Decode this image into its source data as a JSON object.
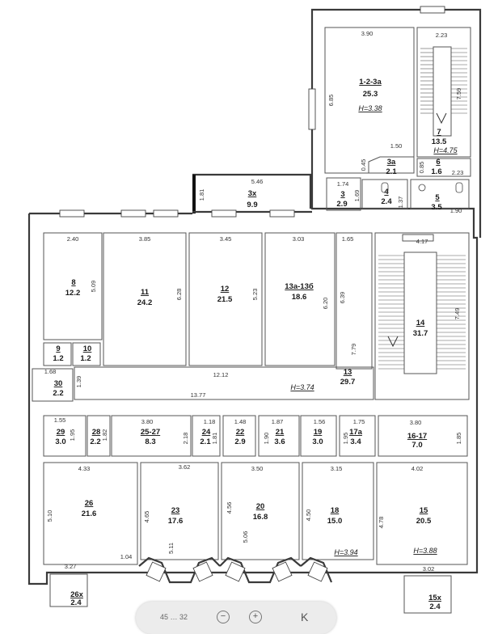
{
  "plan": {
    "rooms": [
      {
        "id": "r1",
        "num": "1-2-3a",
        "area": "25.3",
        "height": "H=3.38"
      },
      {
        "id": "r7",
        "num": "7",
        "area": "13.5",
        "height": "H=4.75"
      },
      {
        "id": "r3a",
        "num": "3a",
        "area": "2.1"
      },
      {
        "id": "r6",
        "num": "6",
        "area": "1.6"
      },
      {
        "id": "r3x",
        "num": "3x",
        "area": "9.9"
      },
      {
        "id": "r3",
        "num": "3",
        "area": "2.9"
      },
      {
        "id": "r4",
        "num": "4",
        "area": "2.4"
      },
      {
        "id": "r5",
        "num": "5",
        "area": "3.5"
      },
      {
        "id": "r8",
        "num": "8",
        "area": "12.2"
      },
      {
        "id": "r11",
        "num": "11",
        "area": "24.2"
      },
      {
        "id": "r12",
        "num": "12",
        "area": "21.5"
      },
      {
        "id": "r13a",
        "num": "13a-13б",
        "area": "18.6"
      },
      {
        "id": "r14",
        "num": "14",
        "area": "31.7"
      },
      {
        "id": "r9",
        "num": "9",
        "area": "1.2"
      },
      {
        "id": "r10",
        "num": "10",
        "area": "1.2"
      },
      {
        "id": "r30",
        "num": "30",
        "area": "2.2"
      },
      {
        "id": "r13",
        "num": "13",
        "area": "29.7",
        "height": "H=3.74"
      },
      {
        "id": "r29",
        "num": "29",
        "area": "3.0"
      },
      {
        "id": "r28",
        "num": "28",
        "area": "2.2"
      },
      {
        "id": "r25",
        "num": "25-27",
        "area": "8.3"
      },
      {
        "id": "r24",
        "num": "24",
        "area": "2.1"
      },
      {
        "id": "r22",
        "num": "22",
        "area": "2.9"
      },
      {
        "id": "r21",
        "num": "21",
        "area": "3.6"
      },
      {
        "id": "r19",
        "num": "19",
        "area": "3.0"
      },
      {
        "id": "r17a",
        "num": "17a",
        "area": "3.4"
      },
      {
        "id": "r16",
        "num": "16-17",
        "area": "7.0"
      },
      {
        "id": "r26",
        "num": "26",
        "area": "21.6"
      },
      {
        "id": "r23",
        "num": "23",
        "area": "17.6"
      },
      {
        "id": "r20",
        "num": "20",
        "area": "16.8"
      },
      {
        "id": "r18",
        "num": "18",
        "area": "15.0",
        "height": "H=3.94"
      },
      {
        "id": "r15",
        "num": "15",
        "area": "20.5",
        "height": "H=3.88"
      },
      {
        "id": "r26x",
        "num": "26x",
        "area": "2.4"
      },
      {
        "id": "r15x",
        "num": "15x",
        "area": "2.4"
      }
    ],
    "dims": {
      "d390": "3.90",
      "d223": "2.23",
      "d685": "6.85",
      "d759": "7.59",
      "d150": "1.50",
      "d045": "0.45",
      "d085": "0.85",
      "d223b": "2.23",
      "d546": "5.46",
      "d181": "1.81",
      "d174": "1.74",
      "d169": "1.69",
      "d137": "1.37",
      "d190": "1.90",
      "d240": "2.40",
      "d385": "3.85",
      "d345": "3.45",
      "d303": "3.03",
      "d165": "1.65",
      "d417": "4.17",
      "d509": "5.09",
      "d628": "6.28",
      "d523": "5.23",
      "d620": "6.20",
      "d639": "6.39",
      "d749": "7.49",
      "d779": "7.79",
      "d1212": "12.12",
      "d168": "1.68",
      "d139": "1.39",
      "d1377": "13.77",
      "d155": "1.55",
      "d195": "1.95",
      "d182": "1.82",
      "d380": "3.80",
      "d218": "2.18",
      "d118": "1.18",
      "d181b": "1.81",
      "d148": "1.48",
      "d187": "1.87",
      "d190b": "1.90",
      "d156": "1.56",
      "d175": "1.75",
      "d195b": "1.95",
      "d380b": "3.80",
      "d185": "1.85",
      "d433": "4.33",
      "d362": "3.62",
      "d350": "3.50",
      "d315": "3.15",
      "d402": "4.02",
      "d510": "5.10",
      "d465": "4.65",
      "d511": "5.11",
      "d456": "4.56",
      "d506": "5.06",
      "d450": "4.50",
      "d478": "4.78",
      "d327": "3.27",
      "d104": "1.04",
      "d302": "3.02"
    }
  },
  "toolbar": {
    "text": "45 … 32",
    "zoom_out": "−",
    "zoom_in": "+",
    "close": "K"
  }
}
